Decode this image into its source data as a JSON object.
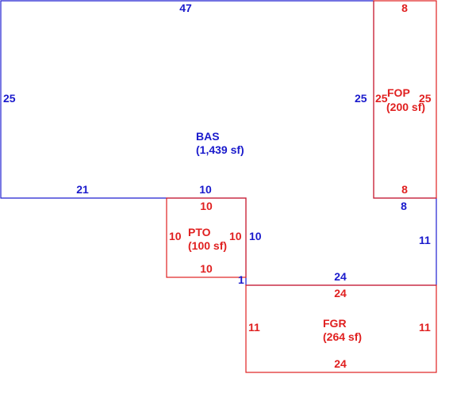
{
  "colors": {
    "main": "#1f1fd0",
    "addition": "#e02020"
  },
  "areas": {
    "bas": {
      "code": "BAS",
      "area": "(1,439 sf)"
    },
    "fop": {
      "code": "FOP",
      "area": "(200 sf)"
    },
    "pto": {
      "code": "PTO",
      "area": "(100 sf)"
    },
    "fgr": {
      "code": "FGR",
      "area": "(264 sf)"
    }
  },
  "dims": {
    "bas_top": "47",
    "bas_left": "25",
    "bas_bottom_left": "21",
    "bas_notch_top": "10",
    "bas_notch_side": "10",
    "bas_step": "1",
    "bas_bottom": "24",
    "bas_right_lower": "11",
    "bas_fop_bottom": "8",
    "bas_fop_side": "25",
    "fop_top": "8",
    "fop_left": "25",
    "fop_right": "25",
    "fop_bottom": "8",
    "pto_top": "10",
    "pto_left": "10",
    "pto_right": "10",
    "pto_bottom": "10",
    "fgr_top": "24",
    "fgr_left": "11",
    "fgr_right": "11",
    "fgr_bottom": "24"
  }
}
